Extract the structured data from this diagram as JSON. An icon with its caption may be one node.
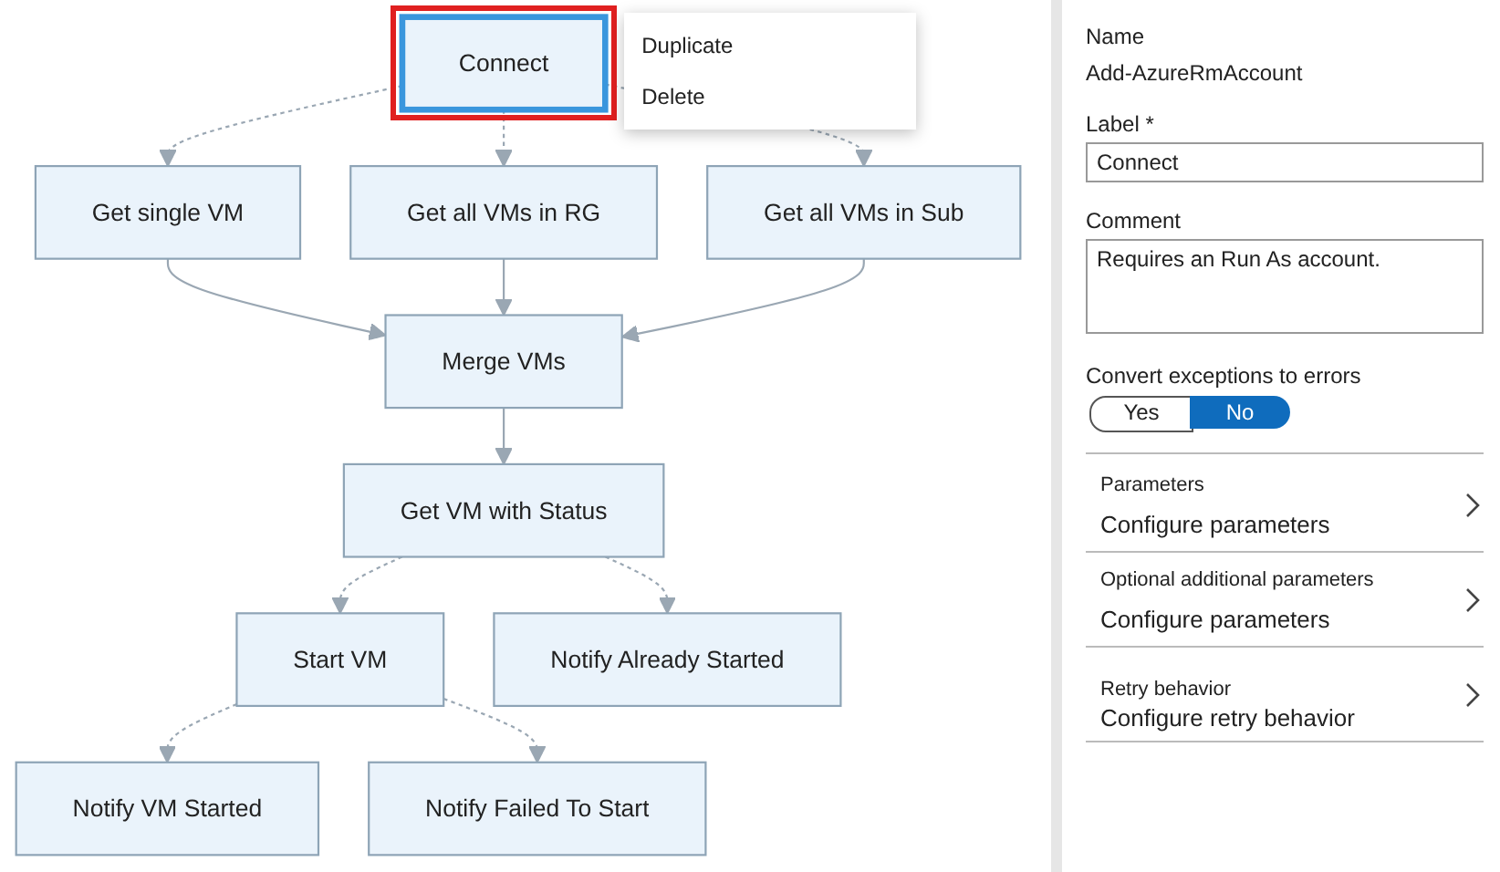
{
  "diagram": {
    "nodes": [
      {
        "text": [
          "Connect"
        ]
      },
      {
        "text": [
          "Get single VM"
        ]
      },
      {
        "text": [
          "Get all VMs in RG"
        ]
      },
      {
        "text": [
          "Get all VMs in Sub"
        ]
      },
      {
        "text": [
          "Merge VMs"
        ]
      },
      {
        "text": [
          "Get VM with Status"
        ]
      },
      {
        "text": [
          "Start VM"
        ]
      },
      {
        "text": [
          "Notify Already Started"
        ]
      },
      {
        "text": [
          "Notify VM Started"
        ]
      },
      {
        "text": [
          "Notify Failed To Start"
        ]
      }
    ],
    "edges": [
      {
        "from": 0,
        "to": 1,
        "arrow": "to",
        "style": "dashed"
      },
      {
        "from": 0,
        "to": 2,
        "arrow": "to",
        "style": "dashed"
      },
      {
        "from": 0,
        "to": 3,
        "arrow": "to",
        "style": "dashed"
      },
      {
        "from": 1,
        "to": 4,
        "arrow": "to"
      },
      {
        "from": 2,
        "to": 4,
        "arrow": "to"
      },
      {
        "from": 3,
        "to": 4,
        "arrow": "to"
      },
      {
        "from": 4,
        "to": 5,
        "arrow": "to"
      },
      {
        "from": 5,
        "to": 6,
        "arrow": "to",
        "style": "dashed"
      },
      {
        "from": 5,
        "to": 7,
        "arrow": "to",
        "style": "dashed"
      },
      {
        "from": 6,
        "to": 8,
        "arrow": "to",
        "style": "dashed"
      },
      {
        "from": 6,
        "to": 9,
        "arrow": "to",
        "style": "dashed"
      }
    ],
    "labels": [
      "Duplicate",
      "Delete",
      "Name",
      "Add-AzureRmAccount",
      "Label *",
      "Connect",
      "Comment",
      "Requires an Run As account.",
      "Convert exceptions to errors",
      "Yes",
      "No",
      "Parameters",
      "Configure parameters",
      "Optional additional parameters",
      "Configure parameters",
      "Retry behavior",
      "Configure retry behavior"
    ]
  }
}
